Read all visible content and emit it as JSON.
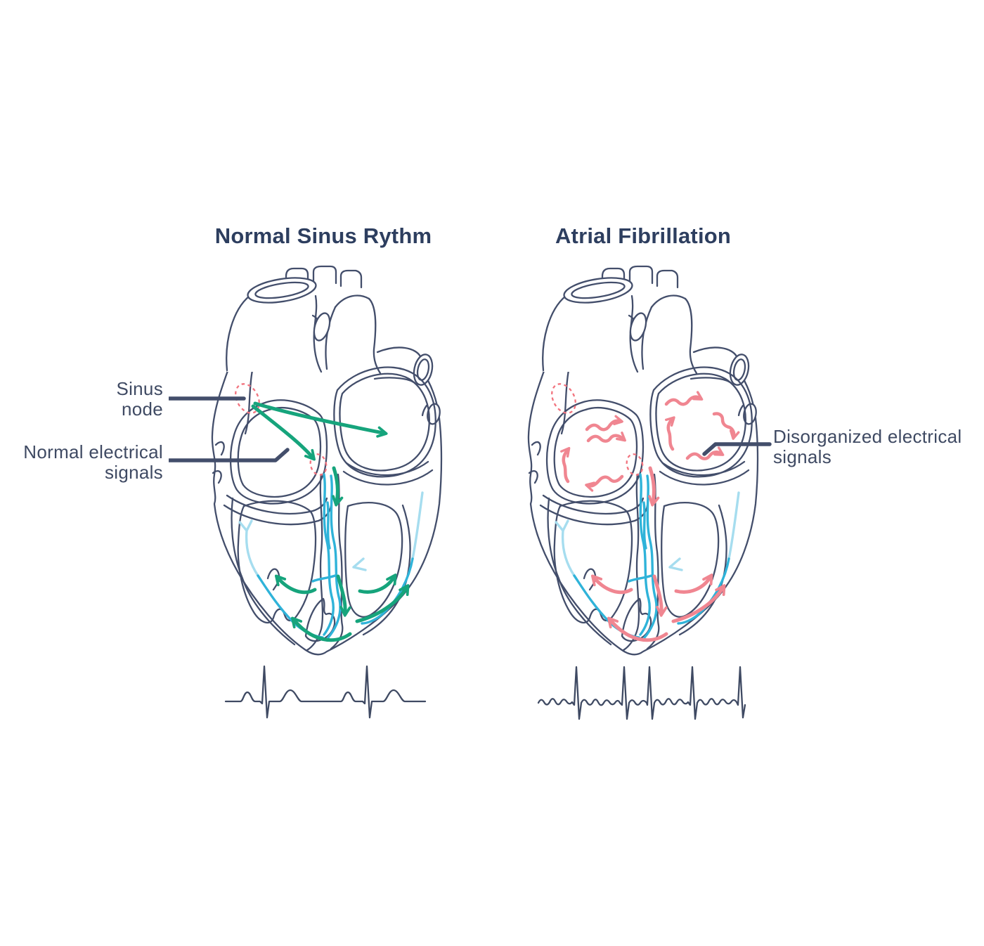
{
  "panels": [
    {
      "title": "Normal Sinus Rythm"
    },
    {
      "title": "Atrial Fibrillation"
    }
  ],
  "labels": {
    "sinus": {
      "line1": "Sinus",
      "line2": "node"
    },
    "normal": {
      "line1": "Normal electrical",
      "line2": "signals"
    },
    "disorganized": {
      "line1": "Disorganized electrical",
      "line2": "signals"
    }
  },
  "colors": {
    "outline": "#434e6b",
    "title": "#2d3e5f",
    "label": "#3f4a63",
    "normal_signal_green": "#16a47c",
    "afib_signal_pink": "#f08691",
    "node_dashed_pink": "#f2747f",
    "conduction_cyan": "#2fb3d9",
    "conduction_cyan_light": "#a6ddef",
    "background": "#ffffff"
  },
  "ecg": {
    "normal": {
      "beats": 2,
      "rhythm": "regular"
    },
    "afib": {
      "beats": 5,
      "rhythm": "irregular"
    }
  }
}
